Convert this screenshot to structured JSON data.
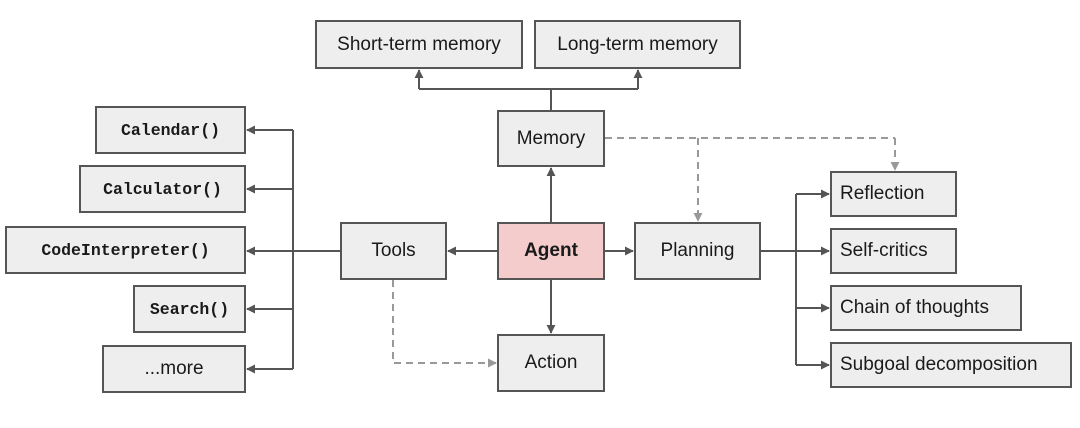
{
  "colors": {
    "box_fill": "#eeeeee",
    "box_border": "#555555",
    "agent_fill": "#f4cccc",
    "arrow": "#555555",
    "dashed_arrow": "#999999"
  },
  "nodes": {
    "short_term_memory": "Short-term memory",
    "long_term_memory": "Long-term memory",
    "memory": "Memory",
    "agent": "Agent",
    "tools": "Tools",
    "planning": "Planning",
    "action": "Action",
    "calendar": "Calendar()",
    "calculator": "Calculator()",
    "code_interpreter": "CodeInterpreter()",
    "search": "Search()",
    "more": "...more",
    "reflection": "Reflection",
    "self_critics": "Self-critics",
    "chain_of_thoughts": "Chain of thoughts",
    "subgoal_decomposition": "Subgoal decomposition"
  }
}
